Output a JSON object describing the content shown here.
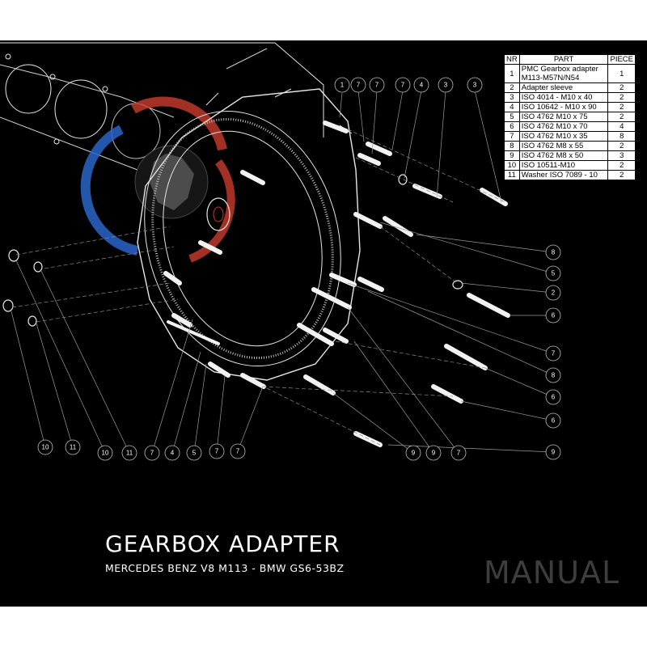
{
  "title": "GEARBOX ADAPTER",
  "subtitle": "MERCEDES BENZ V8 M113 - BMW GS6-53BZ",
  "badge": "MANUAL",
  "colors": {
    "background": "#000000",
    "logo_red": "#c0392b",
    "logo_blue": "#2a66c8",
    "badge_gray": "#3d3d3d"
  },
  "parts_table": {
    "headers": [
      "NR",
      "PART",
      "PIECE"
    ],
    "rows": [
      {
        "nr": "1",
        "part": "PMC Gearbox adapter M113-M57N/N54",
        "piece": "1"
      },
      {
        "nr": "2",
        "part": "Adapter sleeve",
        "piece": "2"
      },
      {
        "nr": "3",
        "part": "ISO 4014 - M10 x 40",
        "piece": "2"
      },
      {
        "nr": "4",
        "part": "ISO 10642 - M10 x 90",
        "piece": "2"
      },
      {
        "nr": "5",
        "part": "ISO 4762 M10 x 75",
        "piece": "2"
      },
      {
        "nr": "6",
        "part": "ISO 4762 M10 x 70",
        "piece": "4"
      },
      {
        "nr": "7",
        "part": "ISO 4762 M10 x 35",
        "piece": "8"
      },
      {
        "nr": "8",
        "part": "ISO 4762 M8 x 55",
        "piece": "2"
      },
      {
        "nr": "9",
        "part": "ISO 4762 M8 x 50",
        "piece": "3"
      },
      {
        "nr": "10",
        "part": "ISO 10511-M10",
        "piece": "2"
      },
      {
        "nr": "11",
        "part": "Washer ISO 7089 - 10",
        "piece": "2"
      }
    ]
  },
  "callouts": {
    "top": [
      "1",
      "7",
      "7",
      "7",
      "4",
      "3",
      "3"
    ],
    "right": [
      "8",
      "5",
      "2",
      "6",
      "7",
      "8",
      "6",
      "6",
      "9"
    ],
    "bottom": [
      "10",
      "11",
      "10",
      "11",
      "7",
      "4",
      "5",
      "7",
      "7",
      "9",
      "9",
      "7"
    ]
  }
}
